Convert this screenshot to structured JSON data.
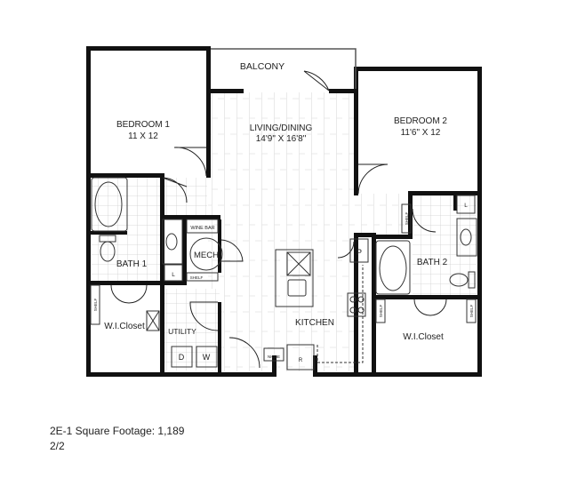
{
  "rooms": {
    "balcony": "BALCONY",
    "bedroom1_name": "BEDROOM 1",
    "bedroom1_size": "11 X 12",
    "living_name": "LIVING/DINING",
    "living_size": "14'9\" X 16'8\"",
    "bedroom2_name": "BEDROOM 2",
    "bedroom2_size": "11'6\" X 12",
    "bath1": "BATH 1",
    "bath2": "BATH 2",
    "mech": "MECH",
    "wine_bar": "WINE BAR",
    "kitchen": "KITCHEN",
    "utility": "UTILITY",
    "wicloset_left": "W.I.Closet",
    "wicloset_right": "W.I.Closet"
  },
  "fixtures": {
    "shelf": "SHELF",
    "linen": "L",
    "pantry": "P",
    "dryer": "D",
    "washer": "W",
    "niche": "NICHE",
    "fridge": "R"
  },
  "caption": {
    "plan_line": "2E-1  Square Footage: 1,189",
    "bed_bath": "2/2"
  }
}
